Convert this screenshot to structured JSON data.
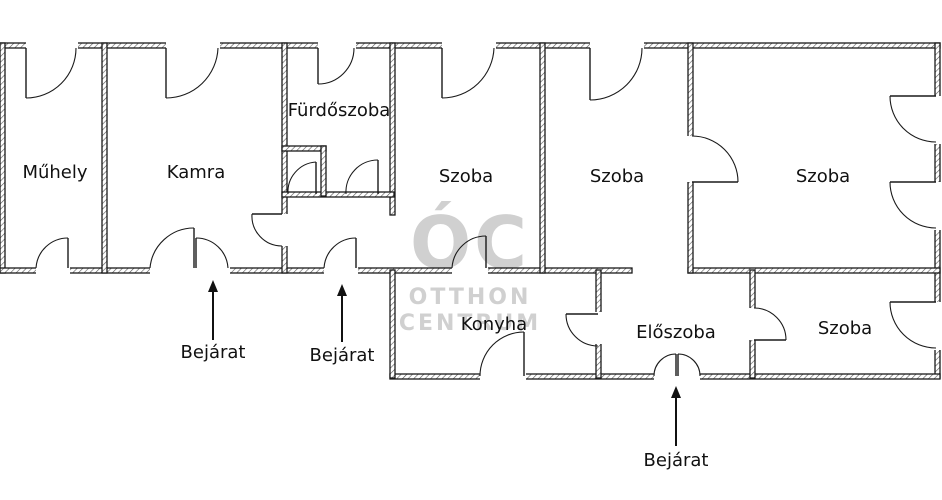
{
  "rooms": {
    "muhely": "Műhely",
    "kamra": "Kamra",
    "furdoszoba": "Fürdőszoba",
    "szoba1": "Szoba",
    "szoba2": "Szoba",
    "szoba3": "Szoba",
    "szoba4": "Szoba",
    "konyha": "Konyha",
    "eloszoba": "Előszoba"
  },
  "entrances": [
    "Bejárat",
    "Bejárat",
    "Bejárat"
  ],
  "watermark": {
    "logo": "ÓC",
    "line1": "OTTHON",
    "line2": "CENTRUM"
  }
}
